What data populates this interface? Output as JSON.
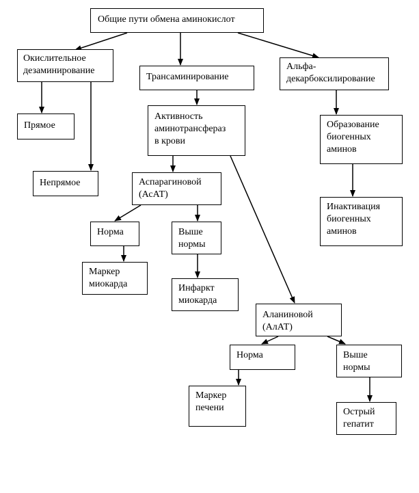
{
  "diagram": {
    "nodes": {
      "root": "Общие пути обмена аминокислот",
      "oxidative": "Окислительное\nдезаминирование",
      "transamination": "Трансаминирование",
      "alpha_decarb": "Альфа-\nдекарбоксилирование",
      "direct": "Прямое",
      "indirect": "Непрямое",
      "activity": "Активность\nаминотрансфераз\nв крови",
      "formation": "Образование\nбиогенных\nаминов",
      "inactivation": "Инактивация\nбиогенных\nаминов",
      "aspartate": "Аспарагиновой\n(АсАТ)",
      "asp_norm": "Норма",
      "asp_above": "Выше\nнормы",
      "myocardium_marker": "Маркер\nмиокарда",
      "infarction": "Инфаркт\nмиокарда",
      "alanine": "Аланиновой\n(АлАТ)",
      "ala_norm": "Норма",
      "ala_above": "Выше\nнормы",
      "liver_marker": "Маркер\nпечени",
      "hepatitis": "Острый\nгепатит"
    },
    "edges": [
      {
        "from": "root",
        "to": "oxidative"
      },
      {
        "from": "root",
        "to": "transamination"
      },
      {
        "from": "root",
        "to": "alpha_decarb"
      },
      {
        "from": "oxidative",
        "to": "direct"
      },
      {
        "from": "oxidative",
        "to": "indirect"
      },
      {
        "from": "transamination",
        "to": "activity"
      },
      {
        "from": "activity",
        "to": "aspartate"
      },
      {
        "from": "activity",
        "to": "alanine"
      },
      {
        "from": "alpha_decarb",
        "to": "formation"
      },
      {
        "from": "formation",
        "to": "inactivation"
      },
      {
        "from": "aspartate",
        "to": "asp_norm"
      },
      {
        "from": "aspartate",
        "to": "asp_above"
      },
      {
        "from": "asp_norm",
        "to": "myocardium_marker"
      },
      {
        "from": "asp_above",
        "to": "infarction"
      },
      {
        "from": "alanine",
        "to": "ala_norm"
      },
      {
        "from": "alanine",
        "to": "ala_above"
      },
      {
        "from": "ala_norm",
        "to": "liver_marker"
      },
      {
        "from": "ala_above",
        "to": "hepatitis"
      }
    ]
  }
}
